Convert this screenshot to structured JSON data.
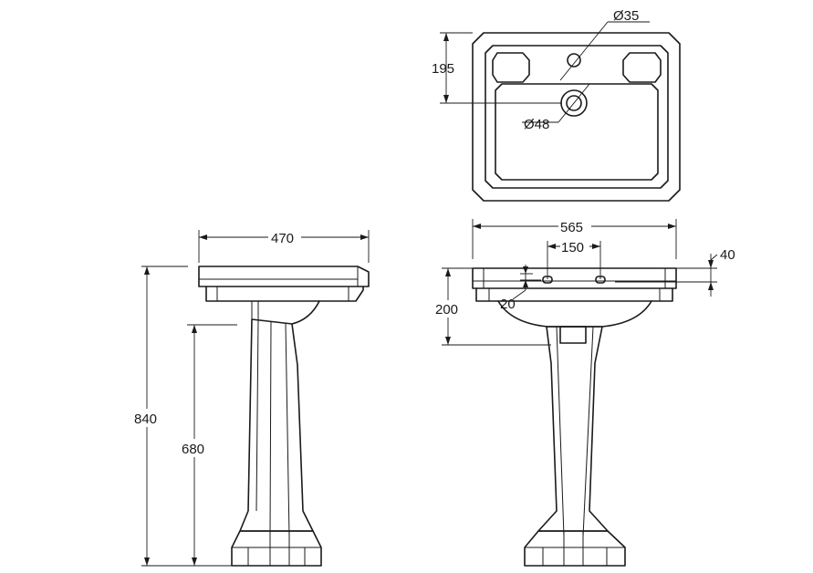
{
  "dimensions": {
    "top_tap_hole": "Ø35",
    "top_waste": "Ø48",
    "top_depth_to_waste": "195",
    "side_depth": "470",
    "side_total_height": "840",
    "side_pedestal_height": "680",
    "front_width": "565",
    "front_tap_spacing": "150",
    "front_rim_height": "40",
    "front_bowl_depth": "200",
    "front_tap_offset": "20"
  },
  "colors": {
    "line": "#1a1a1a",
    "background": "#ffffff"
  }
}
